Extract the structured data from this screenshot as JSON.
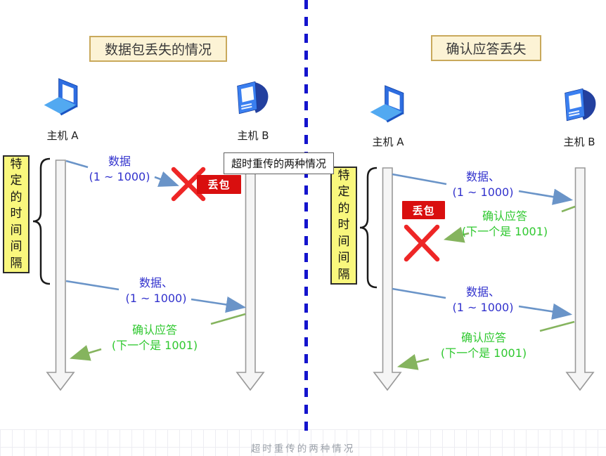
{
  "tooltip": "超时重传的两种情况",
  "caption": "超时重传的两种情况",
  "colors": {
    "divider_blue": "#1414cd",
    "data_text_blue": "#3232cd",
    "ack_text_green": "#2fc82f",
    "data_arrow_blue": "#6a94c8",
    "ack_arrow_green": "#85b45e",
    "loss_badge_red": "#d90f0f",
    "x_mark_red": "#ee2626",
    "interval_box_yellow": "#f9f77d",
    "title_box_cream": "#fcf3d5",
    "title_box_border": "#c9a95c",
    "timeline_fill": "#f5f5f5",
    "timeline_stroke": "#999999"
  },
  "scenarios": [
    {
      "title": "数据包丢失的情况",
      "host_a": "主机 A",
      "host_b": "主机 B",
      "interval": "特定的时间间隔",
      "loss_badge": "丢包",
      "messages": {
        "data1": {
          "label": "数据",
          "sub": "(1 ~ 1000)"
        },
        "data2": {
          "label": "数据、",
          "sub": "(1 ~ 1000)"
        },
        "ack": {
          "label": "确认应答",
          "sub": "(下一个是 1001)"
        }
      }
    },
    {
      "title": "确认应答丢失",
      "host_a": "主机 A",
      "host_b": "主机 B",
      "interval": "特定的时间间隔",
      "loss_badge": "丢包",
      "messages": {
        "data1": {
          "label": "数据、",
          "sub": "(1 ~ 1000)"
        },
        "ack_lost": {
          "label": "确认应答",
          "sub": "(下一个是 1001)"
        },
        "data2": {
          "label": "数据、",
          "sub": "(1 ~ 1000)"
        },
        "ack": {
          "label": "确认应答",
          "sub": "(下一个是 1001)"
        }
      }
    }
  ]
}
